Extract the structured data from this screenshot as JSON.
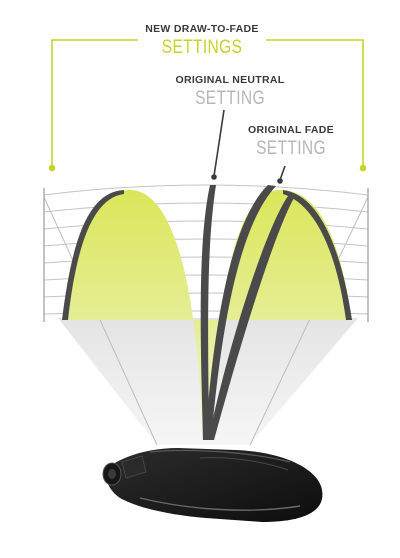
{
  "labels": {
    "new_settings": {
      "line1": "NEW DRAW-TO-FADE",
      "line2": "SETTINGS"
    },
    "original_neutral": {
      "line1": "ORIGINAL NEUTRAL",
      "line2": "SETTING"
    },
    "original_fade": {
      "line1": "ORIGINAL FADE",
      "line2": "SETTING"
    }
  },
  "colors": {
    "accent": "#c6d32a",
    "arc_fill": "#dde870",
    "label_dark": "#3a3a3a",
    "label_light": "#b7b7b7",
    "stripe": "#4a4a4a",
    "club_head": "#1a1a1a"
  }
}
